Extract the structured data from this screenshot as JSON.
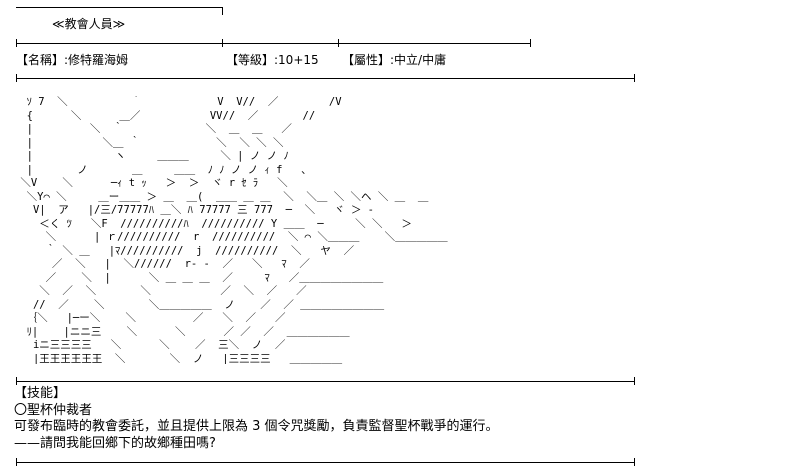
{
  "header": {
    "title": "≪教會人員≫"
  },
  "info": {
    "name": "【名稱】:修特羅海姆",
    "level": "【等級】:10+15",
    "alignment": "【屬性】:中立/中庸"
  },
  "art": {
    "lines": [
      "  ｿ 7  ＼          ｀            V  V//  ／        /V",
      "  {      ＼      ＿／           VV//  ／       //",
      "  |         ＼  ｀             ＼  ＿  ＿   ／",
      "  |           ＼＿ ｀            ＼  ＼ ＼ ＼",
      "  |             ヽ     ＿＿＿     ＼ | ノ ノ ﾉ",
      "  |       ノ       ＿     ＿＿  ﾉ ﾉ ノ ノ ｨ f   ､",
      " ＼V    ＼      ─ｨ t ｯ   ＞  ＞  ヾ r ｾ ﾗ   ＼",
      "  ＼Y⌒ ＼     ＿ー＿＿ ＞ ＿  ＿(  ＿＿ ＿ ＿  ＼  ＼＿ ＼ ＼ヘ ＼ ＿  ＿",
      "   V|  ア   |/三/77777ﾊ ＿＼ ﾊ 77777 三 777  ─  ＼   ヾ ＞ -",
      "    ＜く ﾂ   ＼F  //////////ﾊ  ////////// Y ＿＿  ─     ＼ ＼   ＞",
      "     ＼      | ｒ//////////  r  //////////  ＼ ⌒ ＼＿＿＿    ＼＿＿＿＿＿",
      "     ｀ ＼ ＿   |ﾏ//////////  j  //////////  ＼   ヤ  ／",
      "      ／  ＼   |  ＼//////  r- -  ／   ＼   ﾏ  ／",
      "     ／    ＼  |      ＼ ＿ ＿ ＿  ／     ﾏ   ／＿＿＿＿＿＿＿＿",
      "    ＼  ／  ＼       ＼           ／  ＼  ／   ／",
      "   //  ／    ＼       ＼＿＿＿＿＿  ノ    ／  ／ ＿＿＿＿＿＿＿＿",
      "  ｛＼   |─ー＼    ＼         ／   ＼  ／   ／",
      "  ﾘ|    |ニニ三    ＼      ＼      ／ ／  ／  ＿＿＿＿＿＿",
      "   iニ三三三三   ＼      ＼    ／  三＼  ノ  ／",
      "   |王王王王王王  ＼       ＼  ノ   |三三三三   ＿＿＿＿＿"
    ]
  },
  "skills": {
    "heading": "【技能】",
    "skill_name": "〇聖杯仲裁者",
    "description": "可發布臨時的教會委託，並且提供上限為 3 個令咒獎勵，負責監督聖杯戰爭的運行。",
    "quote": "——請問我能回鄉下的故鄉種田嗎?"
  }
}
